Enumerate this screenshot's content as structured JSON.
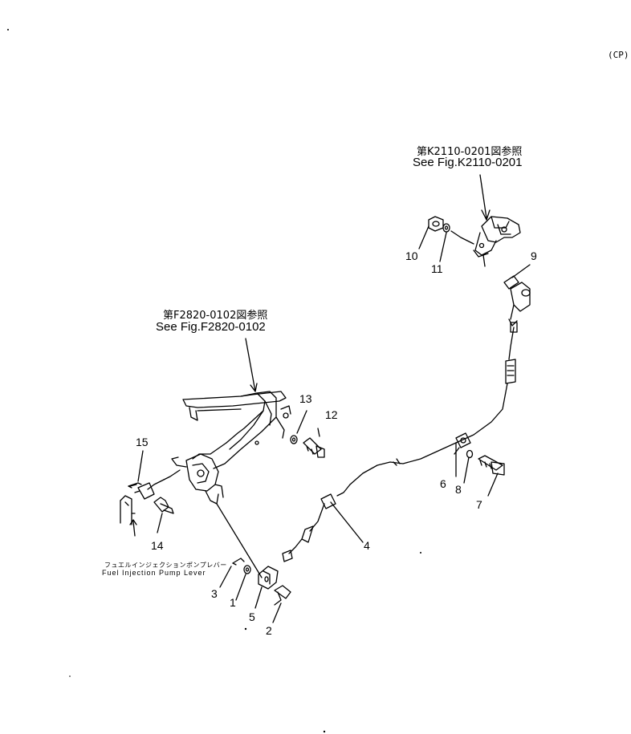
{
  "corner_code": "(CP)",
  "references": {
    "upper_right": {
      "jp": "第K2110-0201図参照",
      "en": "See Fig.K2110-0201"
    },
    "left": {
      "jp": "第F2820-0102図参照",
      "en": "See Fig.F2820-0102"
    }
  },
  "callout": {
    "jp": "フュエルインジェクションポンプレバー",
    "en": "Fuel Injection Pump Lever"
  },
  "part_numbers": [
    "1",
    "2",
    "3",
    "4",
    "5",
    "6",
    "7",
    "8",
    "9",
    "10",
    "11",
    "12",
    "13",
    "14",
    "15"
  ]
}
